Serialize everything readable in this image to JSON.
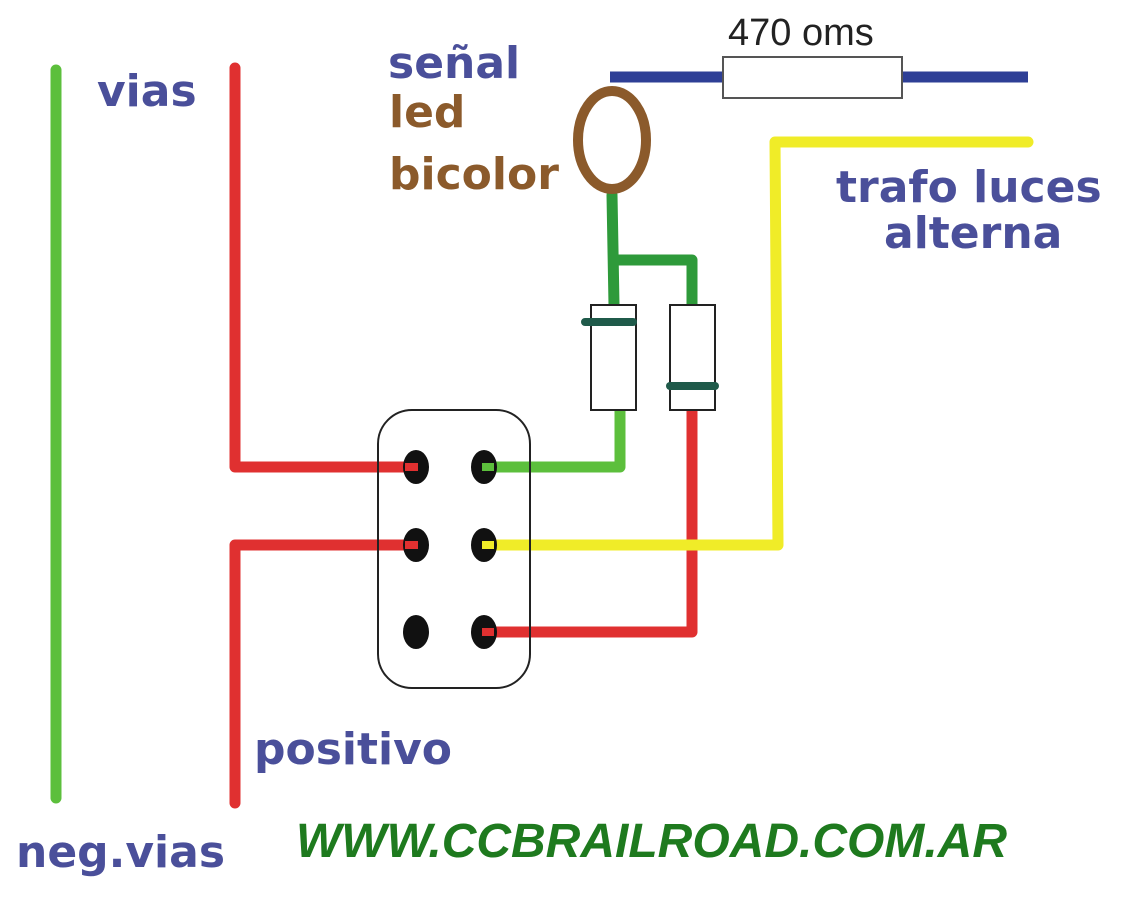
{
  "labels": {
    "vias": "vias",
    "neg_vias": "neg.vias",
    "positivo": "positivo",
    "senal": "señal",
    "led": "led",
    "bicolor": "bicolor",
    "resistor": "470 oms",
    "trafo_line1": "trafo luces",
    "trafo_line2": "alterna",
    "website": "WWW.CCBRAILROAD.COM.AR"
  },
  "colors": {
    "wire_red": "#e03030",
    "wire_green": "#2e9a3a",
    "wire_rail_green": "#5cbf3c",
    "wire_yellow": "#f0ec28",
    "wire_blue": "#2e3f96",
    "led_brown": "#8b5a2b",
    "diode_band": "#1f5a4a",
    "text_blue": "#4a4f9a",
    "text_web_green": "#1e7a1e"
  },
  "components": {
    "switch": "dpdt-switch",
    "diodes": 2,
    "led": "bicolor-led",
    "resistor": "resistor"
  }
}
